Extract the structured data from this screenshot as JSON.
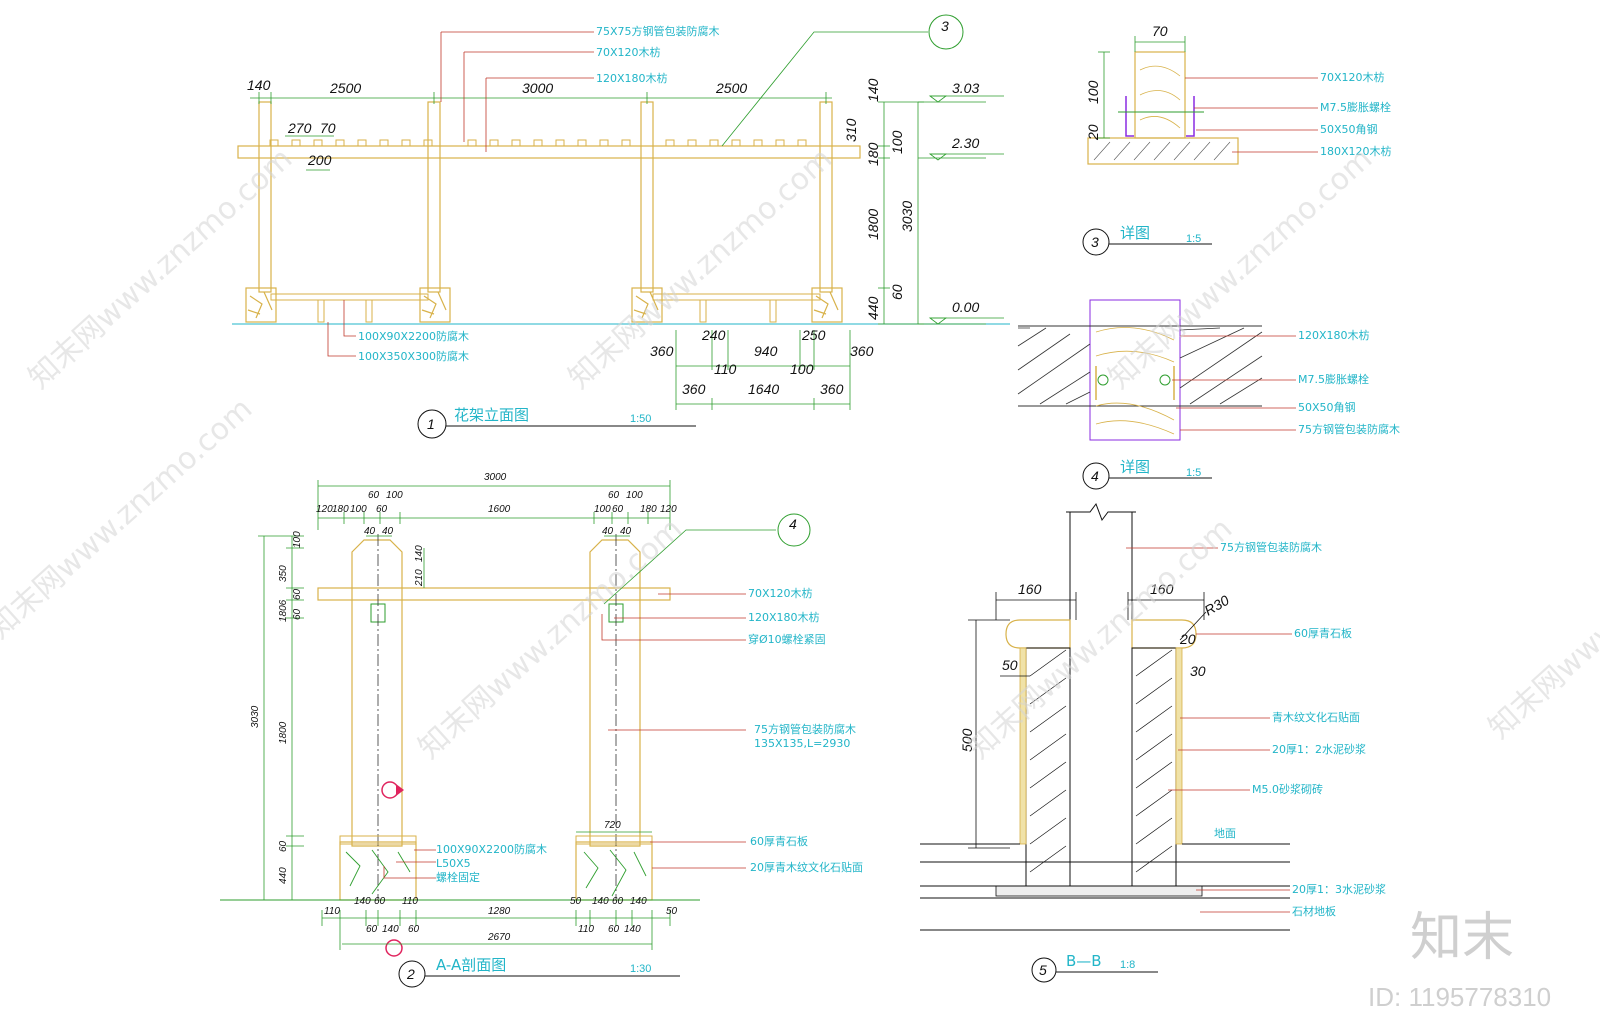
{
  "watermark": {
    "site": "知末网www.znzmo.com",
    "brand": "知末",
    "id": "ID: 1195778310"
  },
  "view1": {
    "num": "1",
    "title": "花架立面图",
    "scale": "1:50",
    "callout": "3",
    "labels": [
      "75X75方钢管包装防腐木",
      "70X120木枋",
      "120X180木枋",
      "100X90X2200防腐木",
      "100X350X300防腐木"
    ],
    "dims_top": [
      "140",
      "2500",
      "3000",
      "2500",
      "270",
      "70",
      "200"
    ],
    "dims_right": [
      "140",
      "310",
      "180",
      "100",
      "1800",
      "3030",
      "60",
      "440"
    ],
    "levels": [
      "3.03",
      "2.30",
      "0.00"
    ],
    "dims_bottom": [
      "240",
      "250",
      "360",
      "110",
      "940",
      "100",
      "360",
      "360",
      "1640",
      "360"
    ]
  },
  "view2": {
    "num": "2",
    "title": "A-A剖面图",
    "scale": "1:30",
    "callout": "4",
    "dims_top": [
      "3000",
      "60",
      "100",
      "120",
      "180",
      "100",
      "60",
      "1600",
      "100",
      "60",
      "60",
      "100",
      "180",
      "120",
      "40",
      "40",
      "40",
      "40",
      "210",
      "140"
    ],
    "dims_left": [
      "100",
      "350",
      "60",
      "1806",
      "60",
      "3030",
      "1800",
      "60",
      "440"
    ],
    "dims_bottom": [
      "110",
      "140",
      "60",
      "110",
      "1280",
      "50",
      "140",
      "60",
      "140",
      "50",
      "60",
      "140",
      "60",
      "2670",
      "110",
      "60",
      "140",
      "720"
    ],
    "labels": [
      "70X120木枋",
      "120X180木枋",
      "穿Ø10螺栓紧固",
      "75方钢管包装防腐木",
      "135X135,L=2930",
      "60厚青石板",
      "20厚青木纹文化石贴面",
      "100X90X2200防腐木",
      "L50X5",
      "螺栓固定"
    ]
  },
  "view3": {
    "num": "3",
    "title": "详图",
    "scale": "1:5",
    "dims": [
      "70",
      "100",
      "20"
    ],
    "labels": [
      "70X120木枋",
      "M7.5膨胀螺栓",
      "50X50角钢",
      "180X120木枋"
    ]
  },
  "view4": {
    "num": "4",
    "title": "详图",
    "scale": "1:5",
    "labels": [
      "120X180木枋",
      "M7.5膨胀螺栓",
      "50X50角钢",
      "75方钢管包装防腐木"
    ]
  },
  "view5": {
    "num": "5",
    "title": "B—B",
    "scale": "1:8",
    "dims": [
      "160",
      "160",
      "R30",
      "20",
      "30",
      "50",
      "500"
    ],
    "labels": [
      "75方钢管包装防腐木",
      "60厚青石板",
      "青木纹文化石贴面",
      "20厚1：2水泥砂浆",
      "M5.0砂浆砌砖",
      "地面",
      "20厚1：3水泥砂浆",
      "石材地板"
    ]
  }
}
